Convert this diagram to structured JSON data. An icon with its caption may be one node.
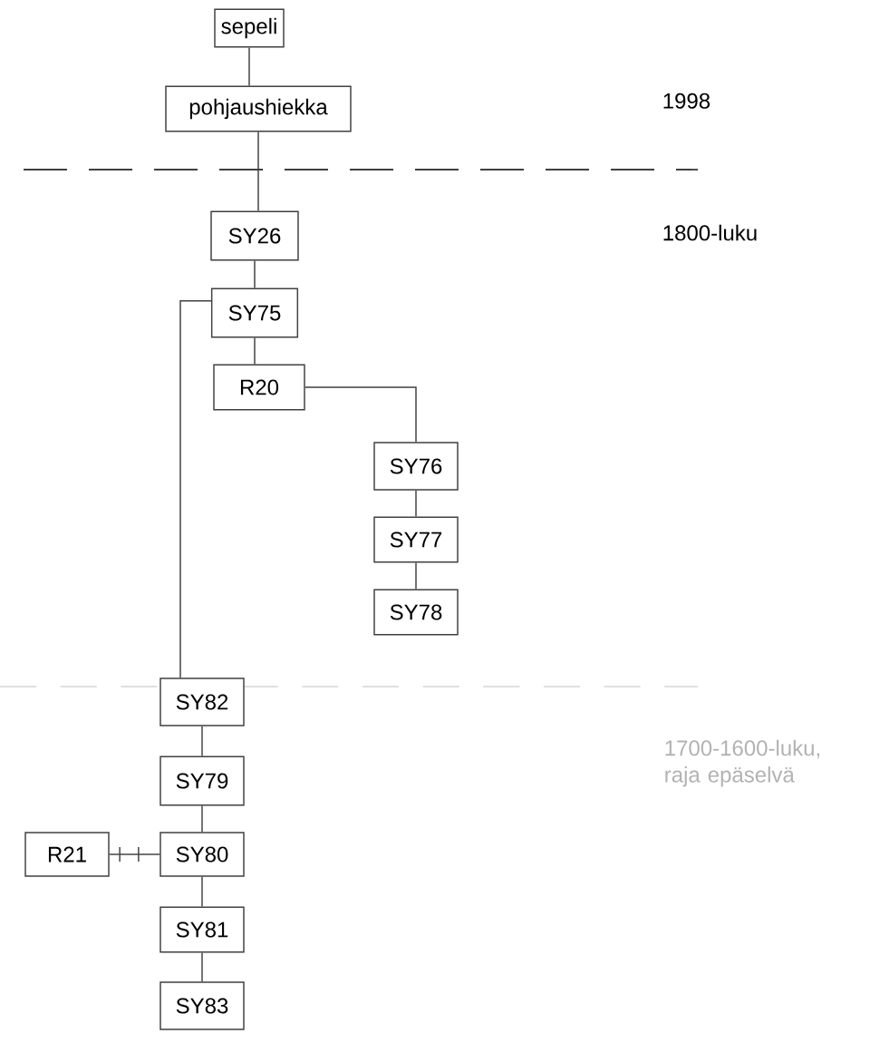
{
  "diagram": {
    "nodes": [
      {
        "text": [
          "sepeli"
        ]
      },
      {
        "text": [
          "pohjaushiekka"
        ]
      },
      {
        "text": [
          "SY26"
        ]
      },
      {
        "text": [
          "SY75"
        ]
      },
      {
        "text": [
          "R20"
        ]
      },
      {
        "text": [
          "SY76"
        ]
      },
      {
        "text": [
          "SY77"
        ]
      },
      {
        "text": [
          "SY78"
        ]
      },
      {
        "text": [
          "SY82"
        ]
      },
      {
        "text": [
          "SY79"
        ]
      },
      {
        "text": [
          "R21"
        ]
      },
      {
        "text": [
          "SY80"
        ]
      },
      {
        "text": [
          "SY81"
        ]
      },
      {
        "text": [
          "SY83"
        ]
      }
    ],
    "edges": [
      {
        "from": 0,
        "to": 1,
        "arrow": "none"
      },
      {
        "from": 1,
        "to": 2,
        "arrow": "none"
      },
      {
        "from": 2,
        "to": 3,
        "arrow": "none"
      },
      {
        "from": 3,
        "to": 4,
        "arrow": "none"
      },
      {
        "from": 4,
        "to": 5,
        "arrow": "none"
      },
      {
        "from": 5,
        "to": 6,
        "arrow": "none"
      },
      {
        "from": 6,
        "to": 7,
        "arrow": "none"
      },
      {
        "from": 3,
        "to": 8,
        "arrow": "none"
      },
      {
        "from": 8,
        "to": 9,
        "arrow": "none"
      },
      {
        "from": 9,
        "to": 11,
        "arrow": "none"
      },
      {
        "from": 10,
        "to": 11,
        "arrow": "other"
      },
      {
        "from": 11,
        "to": 12,
        "arrow": "none"
      },
      {
        "from": 12,
        "to": 13,
        "arrow": "none"
      }
    ],
    "labels": [
      "1998",
      "1800-luku",
      "1700-1600-luku, raja epäselvä"
    ]
  }
}
